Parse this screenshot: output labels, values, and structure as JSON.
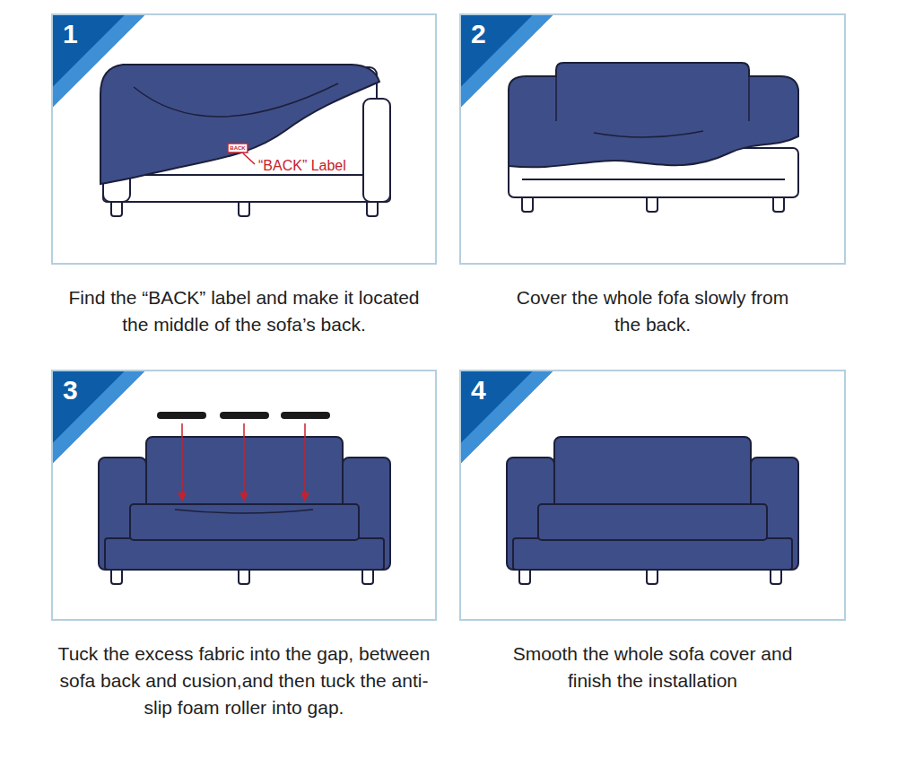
{
  "diagram": {
    "nodes": [
      {
        "text": [
          "Find the “BACK” label and make it located the middle of the sofa’s back."
        ]
      },
      {
        "text": [
          "1"
        ],
        "in": 0
      },
      {
        "text": [
          "Cover the whole fofa slowly from the back."
        ]
      },
      {
        "text": [
          "2"
        ],
        "in": 2
      },
      {
        "text": [
          "Tuck the excess fabric into the gap, between sofa back and cusion,and then tuck the anti-slip foam roller into gap."
        ]
      },
      {
        "text": [
          "3"
        ],
        "in": 4
      },
      {
        "text": [
          "Smooth the whole sofa cover and finish the installation"
        ]
      },
      {
        "text": [
          "4"
        ],
        "in": 6
      }
    ],
    "labels": [
      "“BACK” Label",
      "BACK"
    ]
  }
}
